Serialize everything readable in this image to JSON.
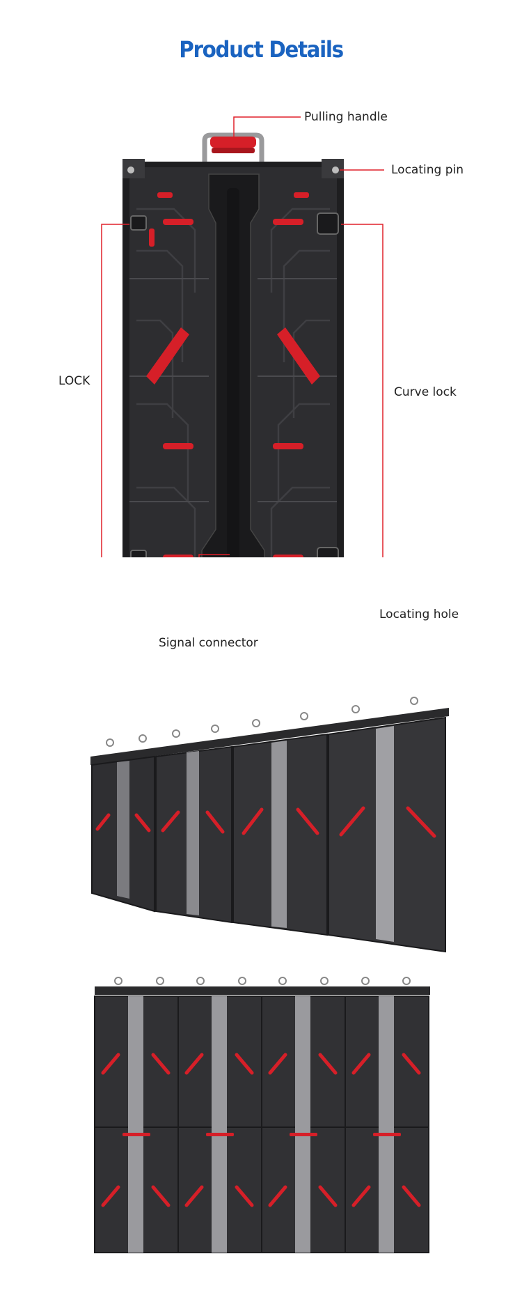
{
  "page": {
    "title": "Product Details"
  },
  "callouts": {
    "pulling_handle": "Pulling handle",
    "locating_pin": "Locating pin",
    "lock": "LOCK",
    "curve_lock": "Curve lock",
    "locating_hole": "Locating hole",
    "signal_connector": "Signal connector"
  },
  "colors": {
    "title_blue": "#1a63c0",
    "callout_red": "#e0202a",
    "cabinet_dark": "#2a2a2c",
    "accent_red": "#d61f28"
  }
}
